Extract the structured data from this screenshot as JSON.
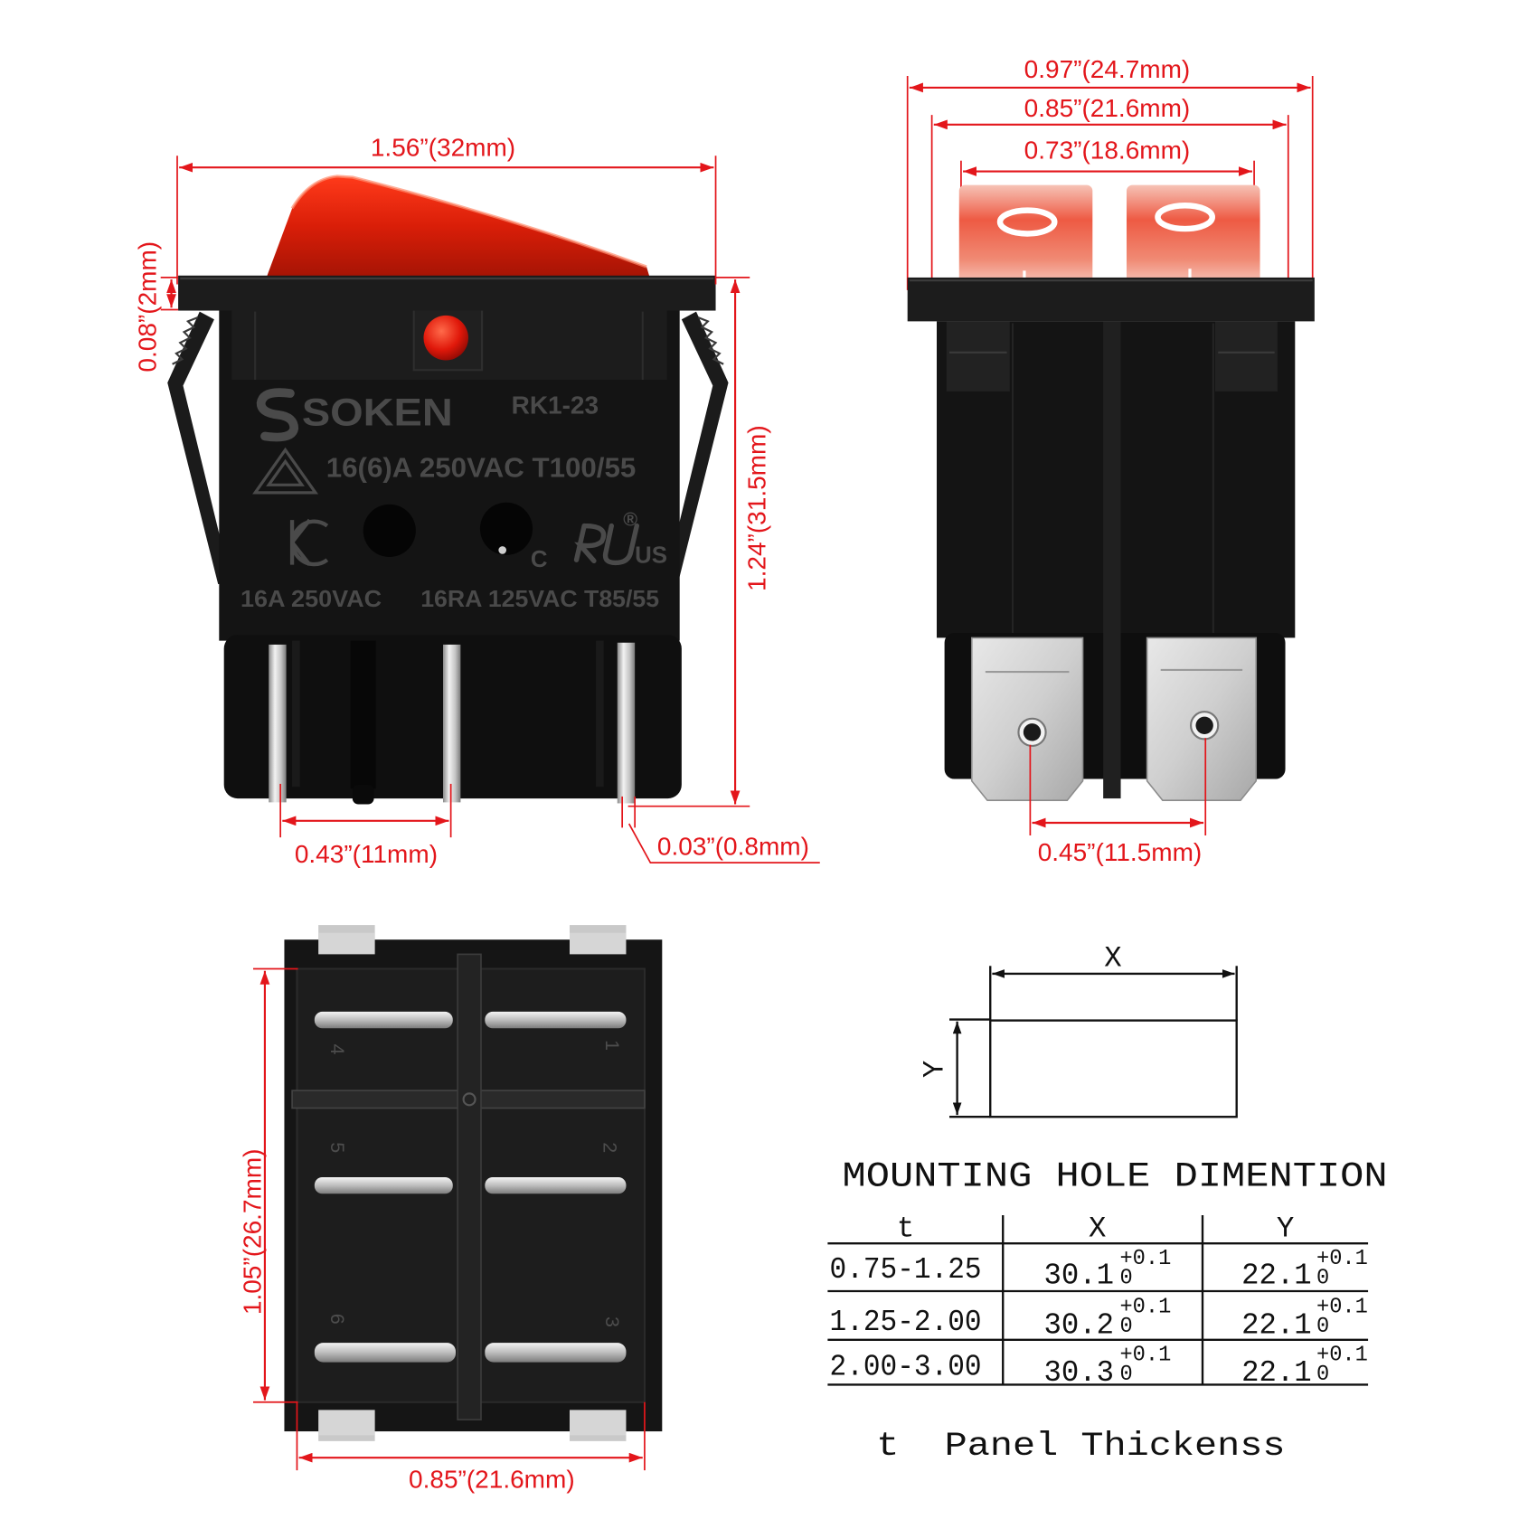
{
  "colors": {
    "dimension": "#e3161b",
    "switch_body": "#141414",
    "rocker": "#d9230f",
    "ink": "#111111"
  },
  "side_view": {
    "width_label": "1.56”(32mm)",
    "flange_thickness_label": "0.08”(2mm)",
    "height_label": "1.24”(31.5mm)",
    "pin_pitch_label": "0.43”(11mm)",
    "pin_thickness_label": "0.03”(0.8mm)",
    "markings": {
      "brand": "SOKEN",
      "model": "RK1-23",
      "rating_vde": "16(6)A 250VAC T100/55",
      "rating_kc": "16A 250VAC",
      "rating_ul": "16RA 125VAC T85/55",
      "ul_c": "C",
      "ul_us": "US",
      "ul_registered": "®"
    }
  },
  "front_view": {
    "overall_width_label": "0.97”(24.7mm)",
    "body_width_label": "0.85”(21.6mm)",
    "rocker_width_label": "0.73”(18.6mm)",
    "terminal_pitch_label": "0.45”(11.5mm)"
  },
  "bottom_view": {
    "length_label": "1.05”(26.7mm)",
    "width_label": "0.85”(21.6mm)",
    "terminal_numbers": [
      "4",
      "1",
      "5",
      "2",
      "6",
      "3"
    ]
  },
  "mounting_hole": {
    "x_label": "X",
    "y_label": "Y",
    "title": "MOUNTING HOLE DIMENTION",
    "columns": [
      "t",
      "X",
      "Y"
    ],
    "rows": [
      {
        "t": "0.75-1.25",
        "x": "30.1",
        "x_tol_upper": "+0.1",
        "x_tol_lower": "0",
        "y": "22.1",
        "y_tol_upper": "+0.1",
        "y_tol_lower": "0"
      },
      {
        "t": "1.25-2.00",
        "x": "30.2",
        "x_tol_upper": "+0.1",
        "x_tol_lower": "0",
        "y": "22.1",
        "y_tol_upper": "+0.1",
        "y_tol_lower": "0"
      },
      {
        "t": "2.00-3.00",
        "x": "30.3",
        "x_tol_upper": "+0.1",
        "x_tol_lower": "0",
        "y": "22.1",
        "y_tol_upper": "+0.1",
        "y_tol_lower": "0"
      }
    ],
    "note": "t  Panel Thickenss"
  }
}
